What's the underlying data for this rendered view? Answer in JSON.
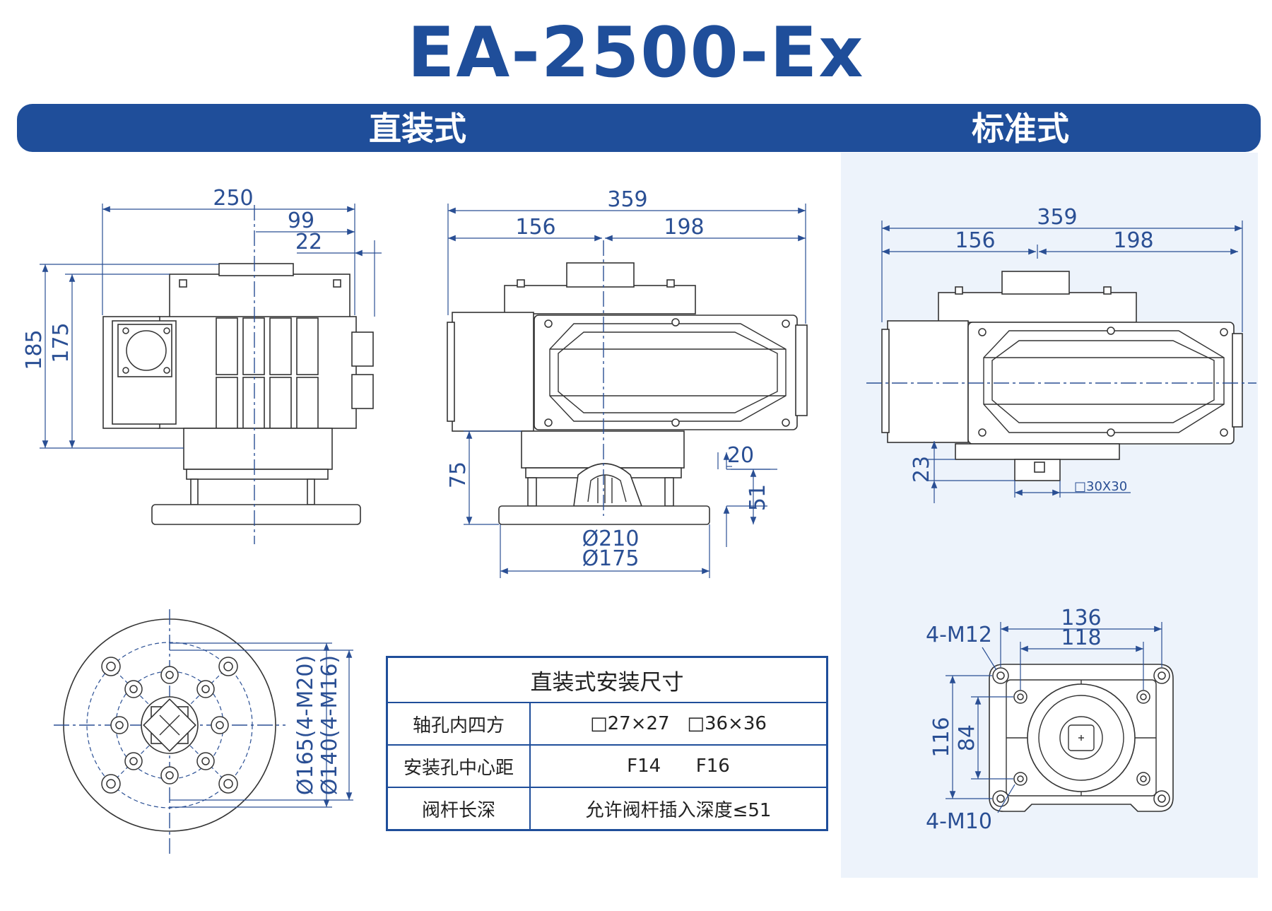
{
  "title": "EA-2500-Ex",
  "sections": {
    "direct": "直装式",
    "standard": "标准式"
  },
  "direct_side": {
    "overall_width": "250",
    "offset_a": "99",
    "offset_b": "22",
    "height_total": "185",
    "height_body": "175"
  },
  "direct_front": {
    "overall_width": "359",
    "left_width": "156",
    "right_width": "198",
    "flange_height": "75",
    "shaft_offset": "20",
    "insert_depth": "51",
    "flange_dia_outer": "Ø210",
    "flange_dia_inner": "Ø175"
  },
  "direct_bottom": {
    "pcd_outer": "Ø165(4-M20)",
    "pcd_inner": "Ø140(4-M16)"
  },
  "standard_front": {
    "overall_width": "359",
    "left_width": "156",
    "right_width": "198",
    "shaft_height": "23",
    "square": "□30X30"
  },
  "standard_bottom": {
    "outer_thread": "4-M12",
    "inner_thread": "4-M10",
    "outer_width": "136",
    "inner_width": "118",
    "outer_height": "116",
    "inner_height": "84"
  },
  "mount_table": {
    "title": "直装式安装尺寸",
    "rows": [
      {
        "label": "轴孔内四方",
        "value": "□27×27   □36×36"
      },
      {
        "label": "安装孔中心距",
        "value": "F14      F16"
      },
      {
        "label": "阀杆长深",
        "value": "允许阀杆插入深度≤51"
      }
    ]
  },
  "colors": {
    "brand": "#1f4e9a",
    "panel": "#edf3fb",
    "dimension": "#2a4f94",
    "outline": "#333333"
  }
}
